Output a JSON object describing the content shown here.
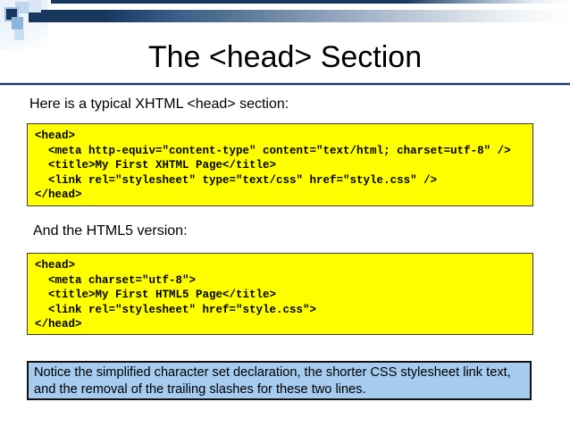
{
  "slide": {
    "title": "The <head> Section",
    "intro_label": "Here is a typical XHTML <head> section:",
    "html5_label": "And the HTML5 version:",
    "code_boxes": [
      {
        "name": "xhtml-head-example",
        "lines": [
          "<head>",
          "  <meta http-equiv=\"content-type\" content=\"text/html; charset=utf-8\" />",
          "  <title>My First XHTML Page</title>",
          "  <link rel=\"stylesheet\" type=\"text/css\" href=\"style.css\" />",
          "</head>"
        ]
      },
      {
        "name": "html5-head-example",
        "lines": [
          "<head>",
          "  <meta charset=\"utf-8\">",
          "  <title>My First HTML5 Page</title>",
          "  <link rel=\"stylesheet\" href=\"style.css\">",
          "</head>"
        ]
      }
    ],
    "note": "Notice the simplified character set declaration, the shorter CSS stylesheet link text, and the removal of the trailing slashes for these two lines.",
    "colors": {
      "code_box_bg": "#FFFF00",
      "note_box_bg": "#A5CBEF",
      "accent_navy": "#17375E",
      "title_rule": "#1F3864",
      "deco_light_blue": "#BFD7EE",
      "deco_medium_blue": "#8FB4DC",
      "text": "#000000",
      "slide_bg": "#FFFFFF"
    }
  }
}
